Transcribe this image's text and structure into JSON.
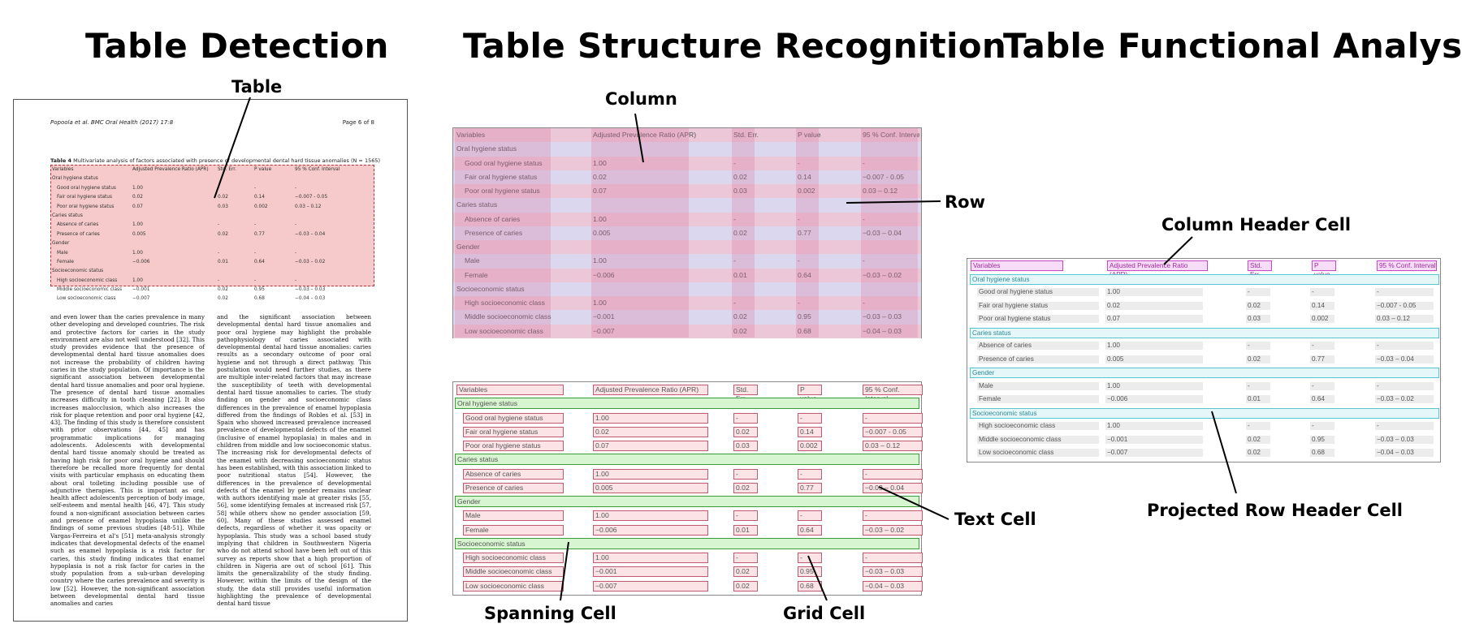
{
  "titles": {
    "detection": "Table Detection",
    "structure": "Table Structure Recognition",
    "functional": "Table Functional Analysis"
  },
  "labels": {
    "table": "Table",
    "column": "Column",
    "row": "Row",
    "column_header_cell": "Column Header Cell",
    "text_cell": "Text Cell",
    "spanning_cell": "Spanning Cell",
    "grid_cell": "Grid Cell",
    "projected_row_header_cell": "Projected Row Header Cell"
  },
  "document": {
    "header_left": "Popoola et al. BMC Oral Health (2017) 17:8",
    "header_right": "Page 6 of 8",
    "caption_bold": "Table 4",
    "caption_rest": "Multivariate analysis of factors associated with presence of developmental dental hard tissue anomalies (N = 1565)",
    "body_left": "and even lower than the caries prevalence in many other developing and developed countries. The risk and protective factors for caries in the study environment are also not well understood [32]. This study provides evidence that the presence of developmental dental hard tissue anomalies does not increase the probability of children having caries in the study population. Of importance is the significant association between developmental dental hard tissue anomalies and poor oral hygiene. The presence of dental hard tissue anomalies increases difficulty in tooth cleaning [22]. It also increases malocclusion, which also increases the risk for plaque retention and poor oral hygiene [42, 43]. The finding of this study is therefore consistent with prior observations [44, 45] and has programmatic implications for managing adolescents. Adolescents with developmental dental hard tissue anomaly should be treated as having high risk for poor oral hygiene and should therefore be recalled more frequently for dental visits with particular emphasis on educating them about oral toileting including possible use of adjunctive therapies. This is important as oral health affect adolescents perception of body image, self-esteem and mental health [46, 47]. This study found a non-significant association between caries and presence of enamel hypoplasia unlike the findings of some previous studies [48-51]. While Vargas-Ferreira et al's [51] meta-analysis strongly indicates that developmental defects of the enamel such as enamel hypoplasia is a risk factor for caries, this study finding indicates that enamel hypoplasia is not a risk factor for caries in the study population from a sub-urban developing country where the caries prevalence and severity is low [52]. However, the non-significant association between developmental dental hard tissue anomalies and caries",
    "body_right": "and the significant association between developmental dental hard tissue anomalies and poor oral hygiene may highlight the probable pathophysiology of caries associated with developmental dental hard tissue anomalies: caries results as a secondary outcome of poor oral hygiene and not through a direct pathway. This postulation would need further studies, as there are multiple inter-related factors that may increase the susceptibility of teeth with developmental dental hard tissue anomalies to caries. The study finding on gender and socioeconomic class differences in the prevalence of enamel hypoplasia differed from the findings of Robles et al. [53] in Spain who showed increased prevalence increased prevalence of developmental defects of the enamel (inclusive of enamel hypoplasia) in males and in children from middle and low socioeconomic status. The increasing risk for developmental defects of the enamel with decreasing socioeconomic status has been established, with this association linked to poor nutritional status [54]. However, the differences in the prevalence of developmental defects of the enamel by gender remains unclear with authors identifying male at greater risks [55, 56], some identifying females at increased risk [57, 58] while others show no gender association [59, 60]. Many of these studies assessed enamel defects, regardless of whether it was opacity or hypoplasia. This study was a school based study implying that children in Southwestern Nigeria who do not attend school have been left out of this survey as reports show that a high proportion of children in Nigeria are out of school [61]. This limits the generalizability of the study finding. However, within the limits of the design of the study, the data still provides useful information highlighting the prevalence of developmental dental hard tissue"
  },
  "table": {
    "headers": [
      "Variables",
      "Adjusted Prevalence Ratio (APR)",
      "Std. Err.",
      "P value",
      "95 % Conf. Interval"
    ],
    "rows": [
      {
        "section": "Oral hygiene status"
      },
      {
        "cells": [
          "Good oral hygiene status",
          "1.00",
          "-",
          "-",
          "-"
        ]
      },
      {
        "cells": [
          "Fair oral hygiene status",
          "0.02",
          "0.02",
          "0.14",
          "−0.007 - 0.05"
        ]
      },
      {
        "cells": [
          "Poor oral hygiene status",
          "0.07",
          "0.03",
          "0.002",
          "0.03 – 0.12"
        ]
      },
      {
        "section": "Caries status"
      },
      {
        "cells": [
          "Absence of caries",
          "1.00",
          "-",
          "-",
          "-"
        ]
      },
      {
        "cells": [
          "Presence of caries",
          "0.005",
          "0.02",
          "0.77",
          "−0.03 – 0.04"
        ]
      },
      {
        "section": "Gender"
      },
      {
        "cells": [
          "Male",
          "1.00",
          "-",
          "-",
          "-"
        ]
      },
      {
        "cells": [
          "Female",
          "−0.006",
          "0.01",
          "0.64",
          "−0.03 – 0.02"
        ]
      },
      {
        "section": "Socioeconomic status"
      },
      {
        "cells": [
          "High socioeconomic class",
          "1.00",
          "-",
          "-",
          "-"
        ]
      },
      {
        "cells": [
          "Middle socioeconomic class",
          "−0.001",
          "0.02",
          "0.95",
          "−0.03 – 0.03"
        ]
      },
      {
        "cells": [
          "Low socioeconomic class",
          "−0.007",
          "0.02",
          "0.68",
          "−0.04 – 0.03"
        ]
      }
    ]
  },
  "colors": {
    "detection_fill": "#f6caca",
    "row_band": "#ecc7d8",
    "column_band": "#dc78a0",
    "grid_cell": "#c05a70",
    "spanning_cell": "#3a9b3a",
    "column_header_cell": "#c846c8",
    "projected_row_header": "#58c5d0"
  }
}
